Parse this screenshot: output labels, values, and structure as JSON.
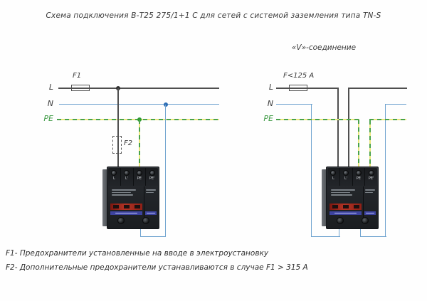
{
  "title": "Схема подключения В-Т25 275/1+1 С для сетей с системой заземления  типа TN-S",
  "connection_caption": "«V»-соединение",
  "bus_labels": {
    "l": "L",
    "n": "N",
    "pe": "PE"
  },
  "left_diagram": {
    "fuse1_label": "F1",
    "fuse2_label": "F2"
  },
  "right_diagram": {
    "fuse_label": "F<125 A"
  },
  "device": {
    "terminals": [
      "L",
      "L'",
      "PE",
      "PE'"
    ]
  },
  "footnotes": [
    "F1- Предохранители установленные на вводе в электроустановку",
    "F2- Дополнительные предохранители устанавливаются в случае F1 > 315 А"
  ],
  "colors": {
    "wire_l": "#4f4f4f",
    "wire_n": "#6fa3cf",
    "wire_pe_green": "#49a24b",
    "wire_pe_yellow": "#e9e67c",
    "device_indicator_red": "#a5281b",
    "device_label_blue": "#3d43a0",
    "pe_label_green": "#3f9b45"
  }
}
